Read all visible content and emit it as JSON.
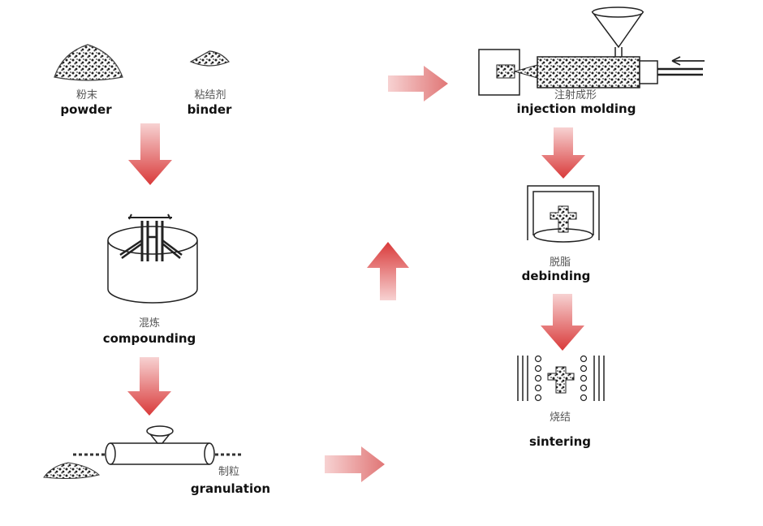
{
  "colors": {
    "arrow_dark": "#d93a3a",
    "arrow_light": "#f7d2d2",
    "line": "#1a1a1a",
    "label_zh": "#555555",
    "label_en": "#111111"
  },
  "stages": {
    "powder": {
      "zh": "粉末",
      "en": "powder"
    },
    "binder": {
      "zh": "粘结剂",
      "en": "binder"
    },
    "compounding": {
      "zh": "混炼",
      "en": "compounding"
    },
    "granulation": {
      "zh": "制粒",
      "en": "granulation"
    },
    "injection_molding": {
      "zh": "注射成形",
      "en": "injection molding"
    },
    "debinding": {
      "zh": "脱脂",
      "en": "debinding"
    },
    "sintering": {
      "zh": "烧结",
      "en": "sintering"
    }
  },
  "flow": [
    "powder",
    "binder",
    "compounding",
    "granulation",
    "injection_molding",
    "debinding",
    "sintering"
  ]
}
